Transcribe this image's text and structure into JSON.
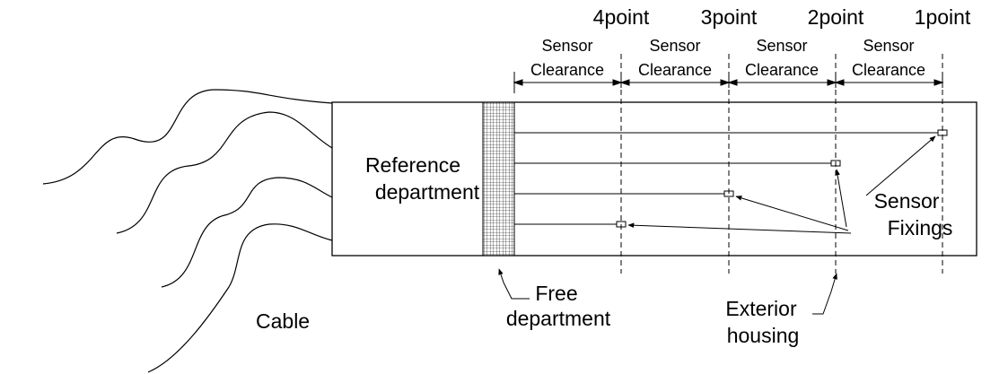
{
  "point_labels": [
    "4point",
    "3point",
    "2point",
    "1point"
  ],
  "segment": {
    "line1": "Sensor",
    "line2": "Clearance"
  },
  "labels": {
    "reference_line1": "Reference",
    "reference_line2": "department",
    "sensor_fixings_line1": "Sensor",
    "sensor_fixings_line2": "Fixings",
    "free_line1": "Free",
    "free_line2": "department",
    "exterior_line1": "Exterior",
    "exterior_line2": "housing",
    "cable": "Cable"
  }
}
